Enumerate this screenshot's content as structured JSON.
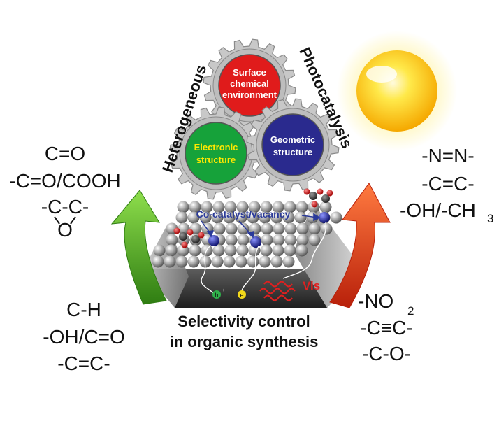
{
  "left_top_groups": [
    "C=O",
    "-C=O/COOH",
    "-C-C-",
    "O"
  ],
  "left_bottom_groups": [
    "C-H",
    "-OH/C=O",
    "-C=C-"
  ],
  "right_top_groups": [
    "-N=N-",
    "-C=C-",
    "-OH/-CH",
    "3"
  ],
  "right_bottom_groups": [
    "-NO",
    "2",
    "-C≡C-",
    "-C-O-"
  ],
  "gears": {
    "top": [
      "Surface",
      "chemical",
      "environment"
    ],
    "left": [
      "Electronic",
      "structure"
    ],
    "right": [
      "Geometric",
      "structure"
    ]
  },
  "arc_labels": {
    "left": "Heterogeneous",
    "right": "Photocatalysis"
  },
  "surface_label": "Co-catalyst/vacancy",
  "carriers": {
    "hole": "h",
    "hole_sup": "+",
    "electron": "e",
    "electron_sup": "-"
  },
  "vis_label": "Vis",
  "title": [
    "Selectivity control",
    "in organic synthesis"
  ],
  "colors": {
    "gear_top": "#e01b1b",
    "gear_left": "#16a23a",
    "gear_right": "#2a2a8e",
    "gear_rim": "#c8c8c8",
    "arrow_green": "#5fb52a",
    "arrow_red": "#e8431a",
    "sun": "#ffd21a",
    "surface_label": "#2a3a9a",
    "vis": "#e02020"
  }
}
